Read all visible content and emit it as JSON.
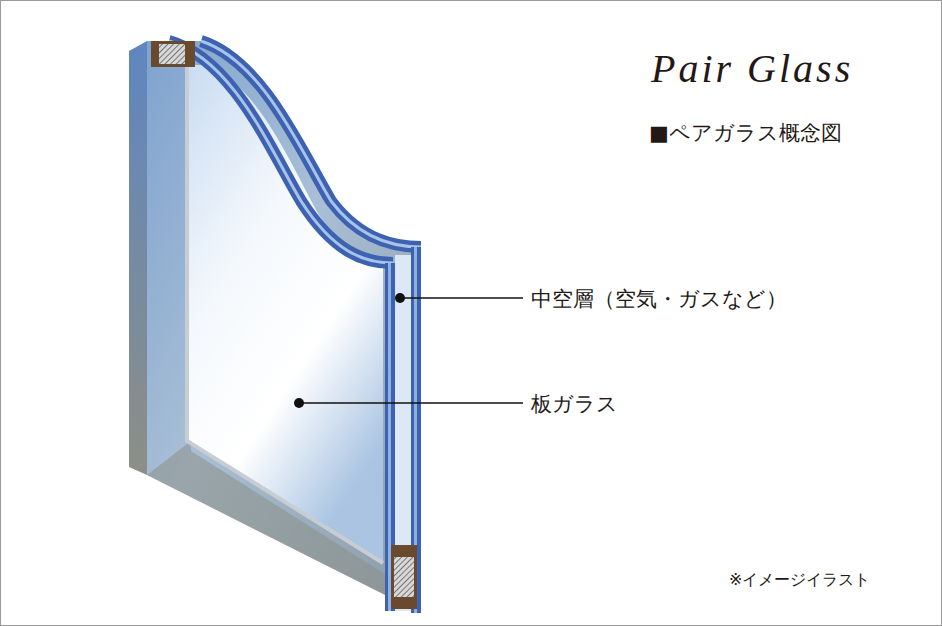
{
  "diagram": {
    "title": "Pair Glass",
    "caption": "■ペアガラス概念図",
    "labels": [
      "中空層（空気・ガスなど）",
      "板ガラス",
      "※イメージイラスト"
    ]
  }
}
